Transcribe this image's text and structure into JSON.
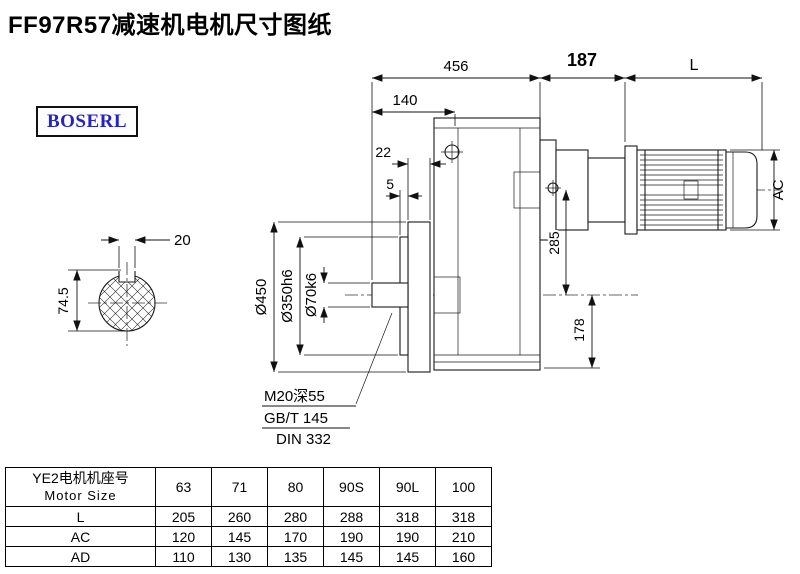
{
  "page": {
    "title": "FF97R57减速机电机尺寸图纸",
    "brand": "BOSERL"
  },
  "drawing": {
    "dims": {
      "top_456": "456",
      "top_187": "187",
      "top_L": "L",
      "d140": "140",
      "d22": "22",
      "d5": "5",
      "d285": "285",
      "d178": "178",
      "dAC": "AC",
      "flange_dia": "Ø450",
      "spigot_dia": "Ø350h6",
      "shaft_dia": "Ø70k6",
      "key_width": "20",
      "key_height": "74.5",
      "thread_note": "M20深55",
      "standard_1": "GB/T 145",
      "standard_2": "DIN 332"
    }
  },
  "table": {
    "header": {
      "line1": "YE2电机机座号",
      "line2": "Motor Size"
    },
    "sizes": [
      "63",
      "71",
      "80",
      "90S",
      "90L",
      "100"
    ],
    "rows": [
      {
        "label": "L",
        "values": [
          "205",
          "260",
          "280",
          "288",
          "318",
          "318"
        ]
      },
      {
        "label": "AC",
        "values": [
          "120",
          "145",
          "170",
          "190",
          "190",
          "210"
        ]
      },
      {
        "label": "AD",
        "values": [
          "110",
          "130",
          "135",
          "145",
          "145",
          "160"
        ]
      }
    ]
  }
}
